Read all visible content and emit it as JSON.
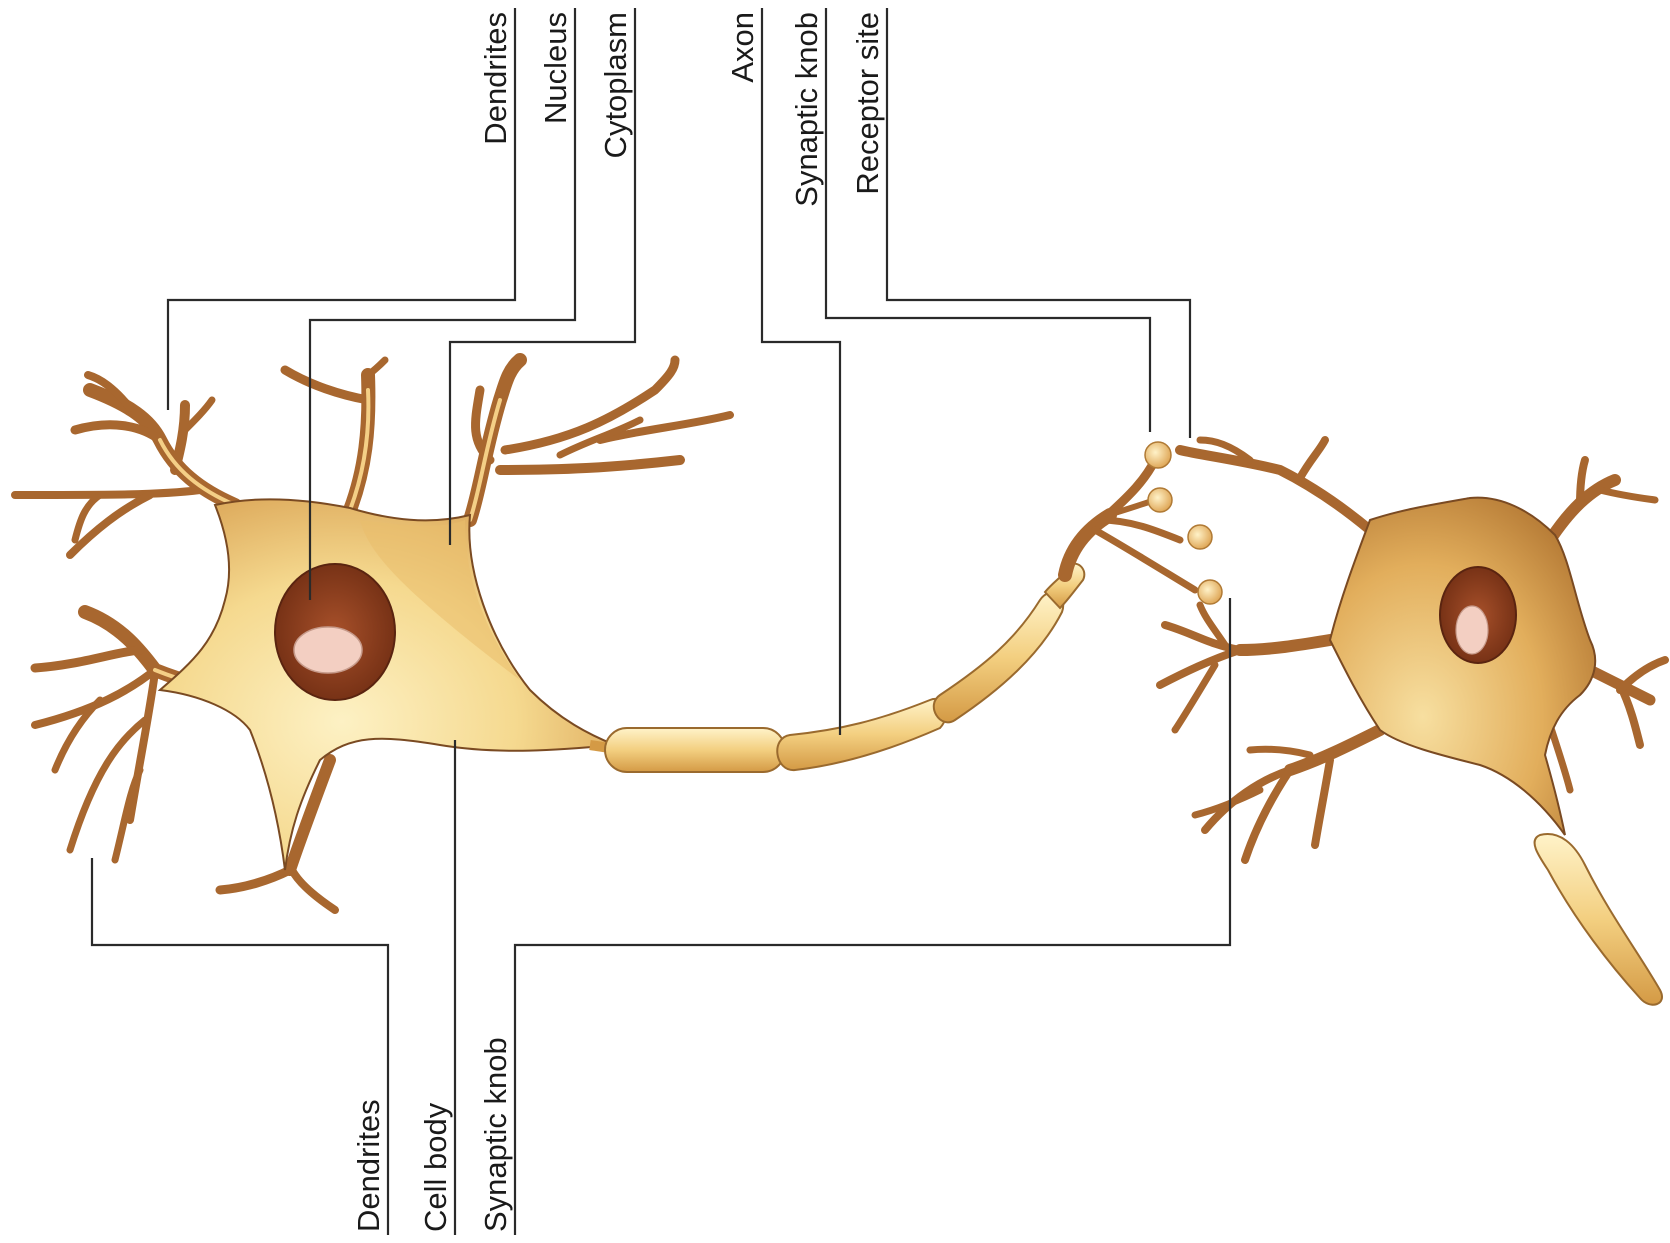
{
  "labels_top": {
    "dendrites": "Dendrites",
    "nucleus": "Nucleus",
    "cytoplasm": "Cytoplasm",
    "axon": "Axon",
    "synaptic_knob": "Synaptic knob",
    "receptor_site": "Receptor site"
  },
  "labels_bottom": {
    "dendrites": "Dendrites",
    "cell_body": "Cell body",
    "synaptic_knob": "Synaptic knob"
  },
  "colors": {
    "cell_light": "#fbeab0",
    "cell_mid": "#e8b963",
    "dendrite_brown": "#a8672f",
    "nucleus": "#8a3d1c",
    "nucleolus": "#f2cbbf",
    "leader_line": "#2a2a2a"
  }
}
